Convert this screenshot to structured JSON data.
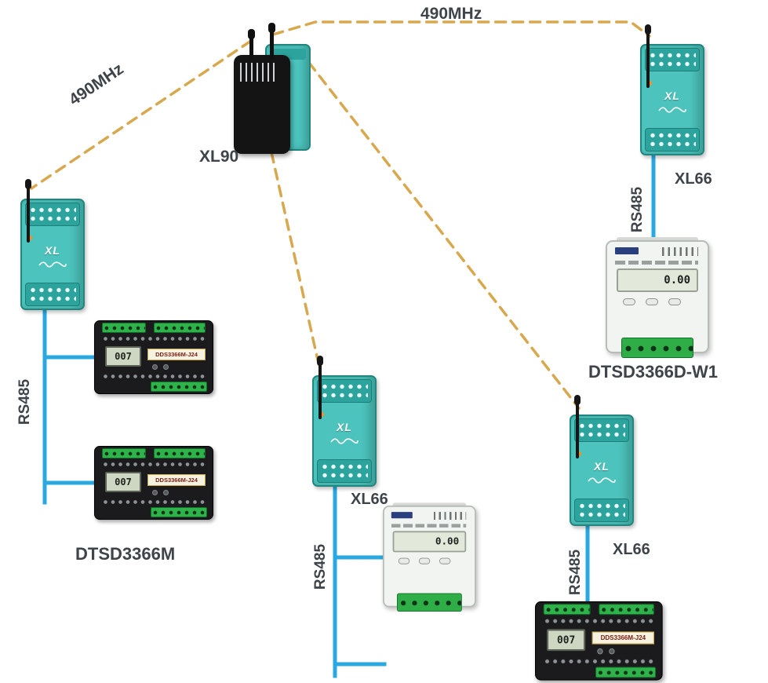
{
  "colors": {
    "teal_body": "#4cc3bc",
    "teal_panel": "#2ca39d",
    "dashed_line": "#d8a84e",
    "blue_line": "#2aa8e0",
    "label_text": "#3e4449",
    "green_terminal": "#2fb24a"
  },
  "annotations": {
    "freq_top": "490MHz",
    "freq_left": "490MHz",
    "rs485_left": "RS485",
    "rs485_top_right": "RS485",
    "rs485_center": "RS485",
    "rs485_bottom_right": "RS485"
  },
  "devices": {
    "xl90_label": "XL90",
    "xl66_top_right_label": "XL66",
    "xl66_center_label": "XL66",
    "xl66_bottom_right_label": "XL66",
    "xl_module_logo": "XL",
    "dtsd3366m_label": "DTSD3366M",
    "dtsd3366d_w1_label": "DTSD3366D-W1",
    "black_meter": {
      "lcd_value": "007",
      "model_tag": "DDS3366M-J24"
    },
    "white_meter": {
      "lcd_value": "0.00"
    }
  }
}
